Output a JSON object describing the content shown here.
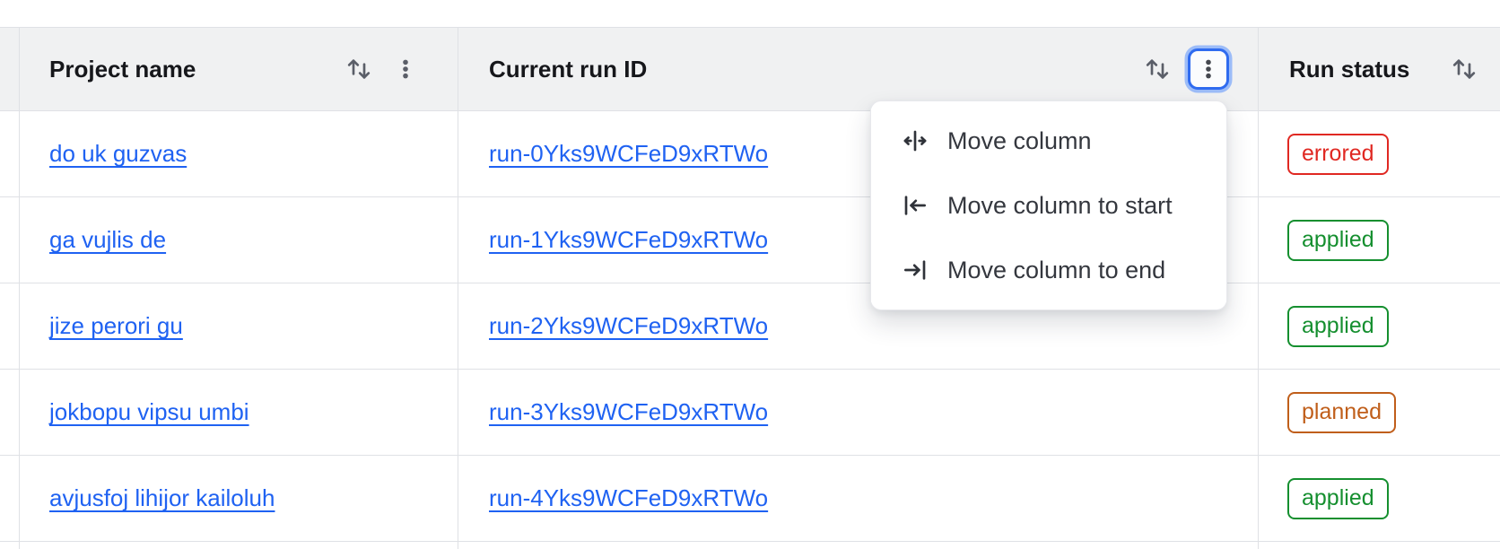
{
  "table": {
    "columns": [
      {
        "label": "Project name",
        "has_sort_icon": true,
        "has_menu_icon": true,
        "menu_open": false
      },
      {
        "label": "Current run ID",
        "has_sort_icon": true,
        "has_menu_icon": true,
        "menu_open": true
      },
      {
        "label": "Run status",
        "has_sort_icon": true,
        "has_menu_icon": false,
        "menu_open": false
      }
    ],
    "rows": [
      {
        "project": "do uk guzvas",
        "run_id": "run-0Yks9WCFeD9xRTWo",
        "status": "errored"
      },
      {
        "project": "ga vujlis de",
        "run_id": "run-1Yks9WCFeD9xRTWo",
        "status": "applied"
      },
      {
        "project": "jize perori gu",
        "run_id": "run-2Yks9WCFeD9xRTWo",
        "status": "applied"
      },
      {
        "project": "jokbopu vipsu umbi",
        "run_id": "run-3Yks9WCFeD9xRTWo",
        "status": "planned"
      },
      {
        "project": "avjusfoj lihijor kailoluh",
        "run_id": "run-4Yks9WCFeD9xRTWo",
        "status": "applied"
      }
    ]
  },
  "menu": {
    "items": [
      {
        "label": "Move column",
        "icon": "move-column-icon"
      },
      {
        "label": "Move column to start",
        "icon": "move-column-to-start-icon"
      },
      {
        "label": "Move column to end",
        "icon": "move-column-to-end-icon"
      }
    ]
  },
  "colors": {
    "link_blue": "#1f62f2",
    "status_errored": "#e02822",
    "status_applied": "#158f2f",
    "status_planned": "#c05e1a",
    "focus_ring_inner": "#2f6bef",
    "focus_ring_outer": "#9cbcf8",
    "header_background": "#f0f1f2",
    "border": "#dfe1e5"
  }
}
